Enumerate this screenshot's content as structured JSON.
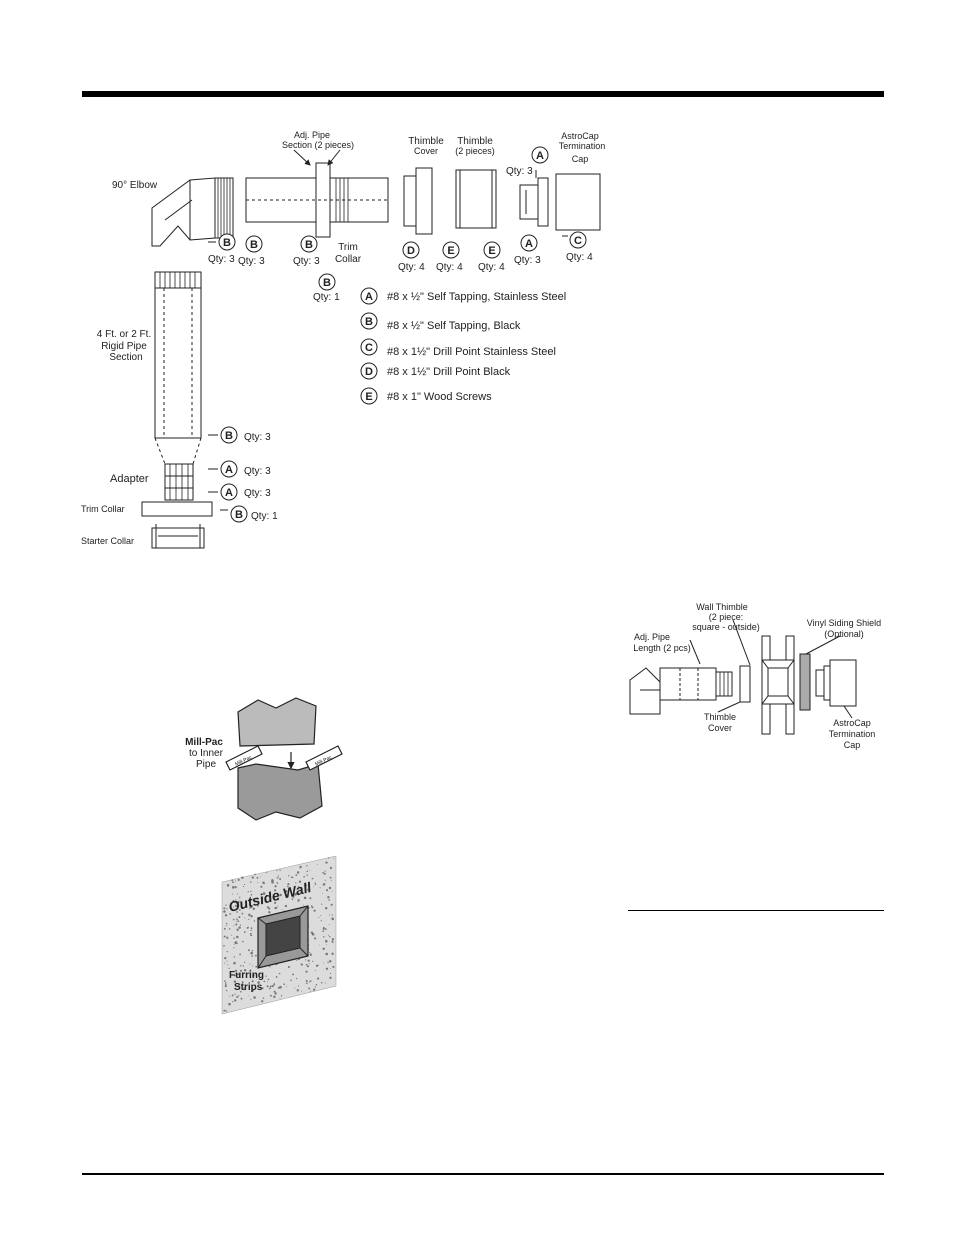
{
  "diagram1": {
    "labels": {
      "elbow": "90° Elbow",
      "adj_pipe_1": "Adj. Pipe",
      "adj_pipe_2": "Section (2 pieces)",
      "thimble_cover_1": "Thimble",
      "thimble_cover_2": "Cover",
      "thimble_1": "Thimble",
      "thimble_2": "(2 pieces)",
      "astrocap_1": "AstroCap",
      "astrocap_2": "Termination",
      "astrocap_3": "Cap",
      "trim_collar_top_1": "Trim",
      "trim_collar_top_2": "Collar",
      "rigid_1": "4 Ft. or 2 Ft.",
      "rigid_2": "Rigid Pipe",
      "rigid_3": "Section",
      "adapter": "Adapter",
      "trim_collar": "Trim Collar",
      "starter_collar": "Starter Collar"
    },
    "callouts": [
      {
        "letter": "A",
        "qty": "Qty: 3"
      },
      {
        "letter": "B",
        "qty": "Qty: 3"
      },
      {
        "letter": "B",
        "qty": "Qty: 3"
      },
      {
        "letter": "B",
        "qty": "Qty: 3"
      },
      {
        "letter": "B",
        "qty": "Qty: 1"
      },
      {
        "letter": "D",
        "qty": "Qty: 4"
      },
      {
        "letter": "E",
        "qty": "Qty: 4"
      },
      {
        "letter": "E",
        "qty": "Qty: 4"
      },
      {
        "letter": "A",
        "qty": "Qty: 3"
      },
      {
        "letter": "C",
        "qty": "Qty: 4"
      },
      {
        "letter": "B",
        "qty": "Qty: 3"
      },
      {
        "letter": "A",
        "qty": "Qty: 3"
      },
      {
        "letter": "A",
        "qty": "Qty: 3"
      },
      {
        "letter": "B",
        "qty": "Qty: 1"
      }
    ],
    "legend": [
      {
        "letter": "A",
        "text": "#8 x ½\" Self Tapping, Stainless Steel"
      },
      {
        "letter": "B",
        "text": "#8 x ½\" Self Tapping, Black"
      },
      {
        "letter": "C",
        "text": "#8 x 1½\" Drill Point  Stainless Steel"
      },
      {
        "letter": "D",
        "text": "#8 x 1½\" Drill Point  Black"
      },
      {
        "letter": "E",
        "text": "#8 x 1\" Wood Screws"
      }
    ]
  },
  "diagram2": {
    "labels": {
      "adj_pipe_1": "Adj. Pipe",
      "adj_pipe_2": "Length (2 pcs)",
      "wall_thimble_1": "Wall Thimble",
      "wall_thimble_2": "(2 piece:",
      "wall_thimble_3": "square - outside)",
      "vinyl_1": "Vinyl Siding Shield",
      "vinyl_2": "(Optional)",
      "thimble_cover_1": "Thimble",
      "thimble_cover_2": "Cover",
      "astrocap_1": "AstroCap",
      "astrocap_2": "Termination",
      "astrocap_3": "Cap"
    }
  },
  "diagram3": {
    "labels": {
      "mill_1": "Mill-Pac",
      "mill_2": "to Inner",
      "mill_3": "Pipe",
      "tube1": "Mill-Pac",
      "tube2": "Mill-Pac"
    }
  },
  "diagram4": {
    "labels": {
      "wall": "Outside Wall",
      "furring_1": "Furring",
      "furring_2": "Strips"
    }
  },
  "colors": {
    "line": "#222222",
    "fill_gray": "#9a9a9a",
    "light_gray": "#cfcfcf",
    "texture": "#d9d9d9"
  }
}
